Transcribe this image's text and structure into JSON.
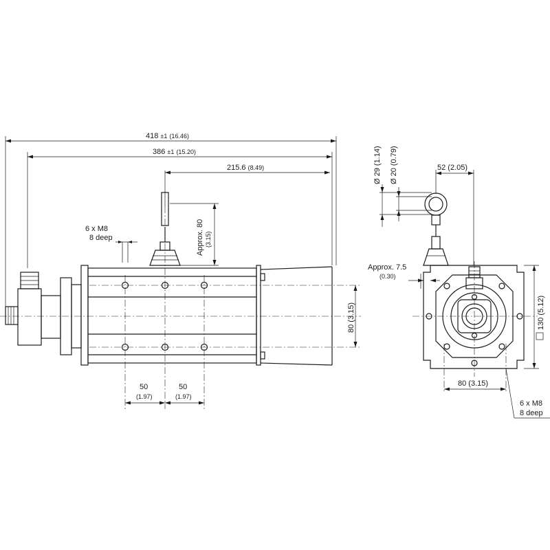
{
  "side_view": {
    "overall_length": "418",
    "overall_length_tol": "±1",
    "overall_length_in": "(16.46)",
    "body_length": "386",
    "body_length_tol": "±1",
    "body_length_in": "(15.20)",
    "cable_offset": "215.6",
    "cable_offset_in": "(8.49)",
    "cable_height_a": "Approx. 80",
    "cable_height_b": "(3.15)",
    "thread_qty": "6 x M8",
    "thread_depth": "8 deep",
    "height": "80 (3.15)",
    "hole_pitch_1": "50",
    "hole_pitch_1_in": "(1.97)",
    "hole_pitch_2": "50",
    "hole_pitch_2_in": "(1.97)"
  },
  "end_view": {
    "ring_outer_dia": "Ø 29 (1.14)",
    "ring_inner_dia": "Ø 20 (0.79)",
    "ring_offset": "52 (2.05)",
    "wall_offset": "Approx. 7.5",
    "wall_offset_in": "(0.30)",
    "square_symbol": "□",
    "square_size": "130 (5.12)",
    "hole_spacing": "80 (3.15)",
    "thread_qty": "6 x M8",
    "thread_depth": "8 deep"
  }
}
